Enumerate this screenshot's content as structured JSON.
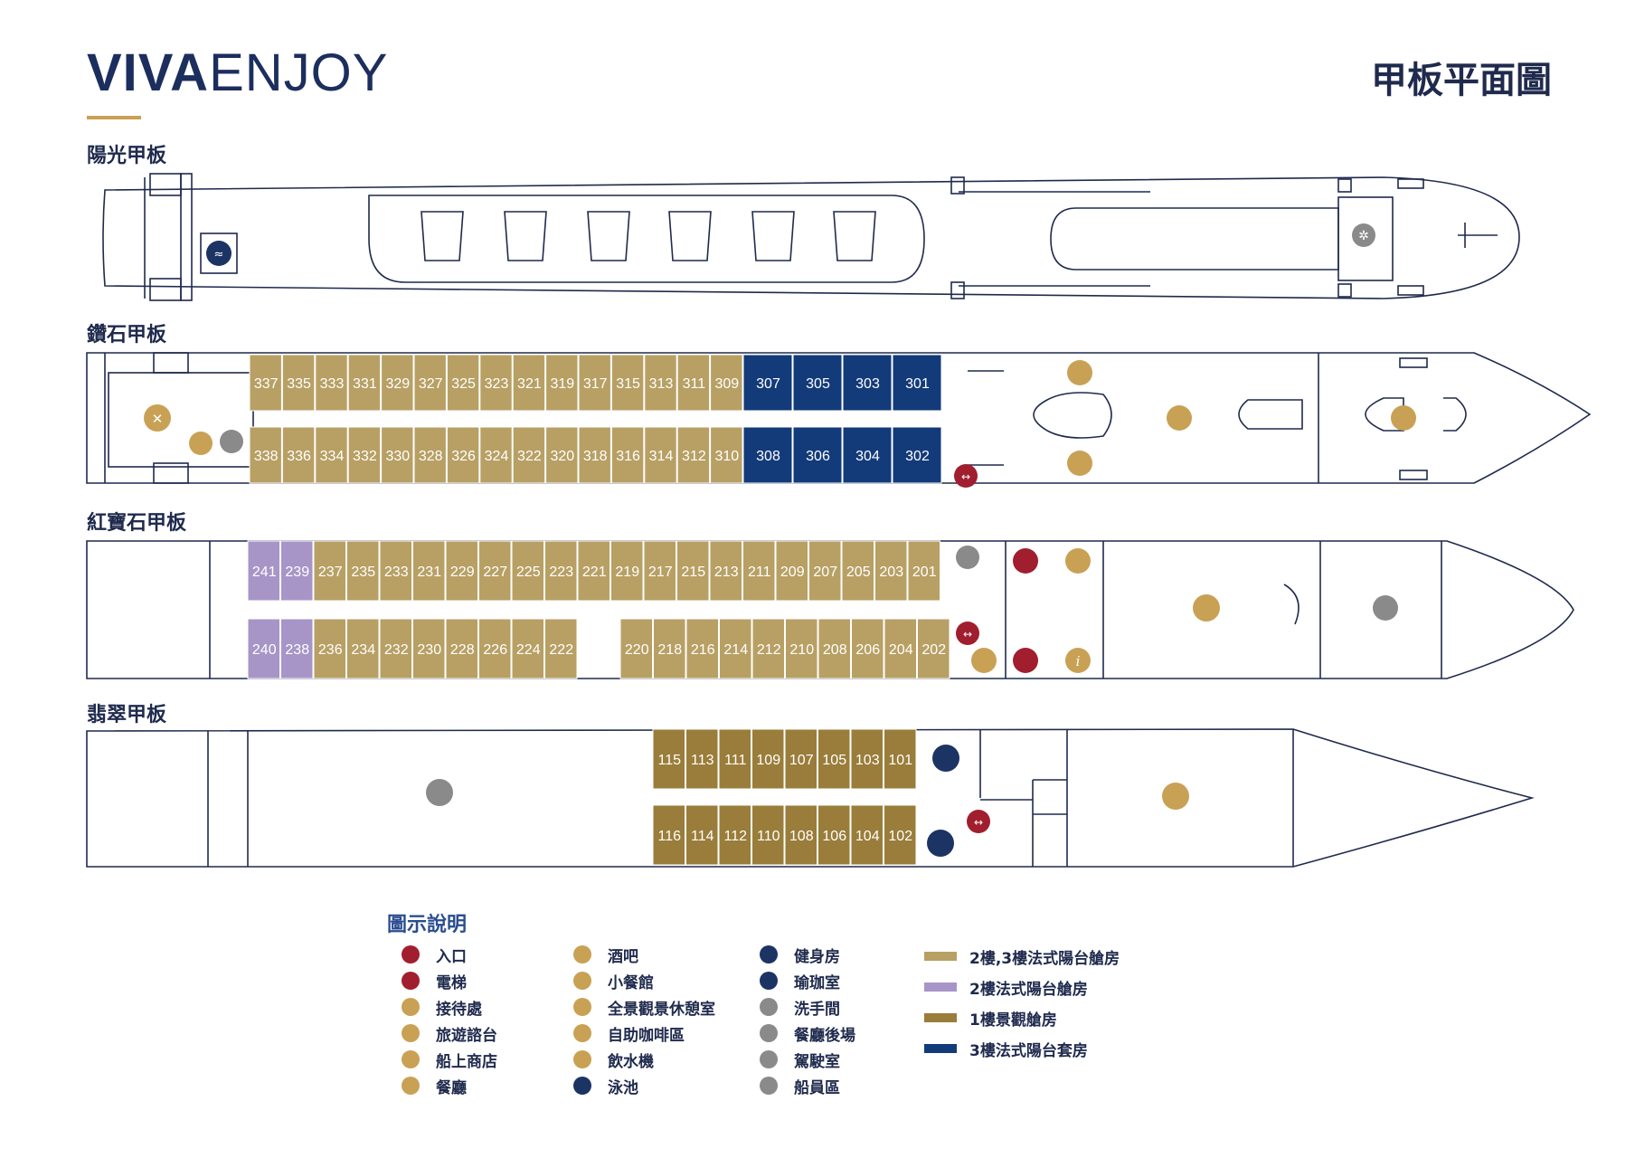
{
  "brand": {
    "part1": "VIVA",
    "part2": "ENJOY"
  },
  "title": "甲板平面圖",
  "colors": {
    "balcony23": "#b8a064",
    "balcony2": "#a795c8",
    "panorama1": "#9a7d3a",
    "suite3": "#133b7a",
    "outline": "#1f2a4d",
    "entrance": "#a11e2e",
    "amenity": "#c9a155",
    "navy": "#1c3464",
    "grey": "#8a8a8a"
  },
  "decks": {
    "sun": {
      "label": "陽光甲板"
    },
    "diamond": {
      "label": "鑽石甲板",
      "top_cabins": [
        "337",
        "335",
        "333",
        "331",
        "329",
        "327",
        "325",
        "323",
        "321",
        "319",
        "317",
        "315",
        "313",
        "311",
        "309"
      ],
      "bottom_cabins": [
        "338",
        "336",
        "334",
        "332",
        "330",
        "328",
        "326",
        "324",
        "322",
        "320",
        "318",
        "316",
        "314",
        "312",
        "310"
      ],
      "top_suites": [
        "307",
        "305",
        "303",
        "301"
      ],
      "bottom_suites": [
        "308",
        "306",
        "304",
        "302"
      ]
    },
    "ruby": {
      "label": "紅寶石甲板",
      "top_purple": [
        "241",
        "239"
      ],
      "top_cabins": [
        "237",
        "235",
        "233",
        "231",
        "229",
        "227",
        "225",
        "223",
        "221",
        "219",
        "217",
        "215",
        "213",
        "211",
        "209",
        "207",
        "205",
        "203",
        "201"
      ],
      "bottom_purple": [
        "240",
        "238"
      ],
      "bottom_cabins_a": [
        "236",
        "234",
        "232",
        "230",
        "228",
        "226",
        "224",
        "222"
      ],
      "bottom_cabins_b": [
        "220",
        "218",
        "216",
        "214",
        "212",
        "210",
        "208",
        "206",
        "204",
        "202"
      ]
    },
    "emerald": {
      "label": "翡翠甲板",
      "top_cabins": [
        "115",
        "113",
        "111",
        "109",
        "107",
        "105",
        "103",
        "101"
      ],
      "bottom_cabins": [
        "116",
        "114",
        "112",
        "110",
        "108",
        "106",
        "104",
        "102"
      ]
    }
  },
  "legend": {
    "title": "圖示說明",
    "col1": [
      "入口",
      "電梯",
      "接待處",
      "旅遊諮台",
      "船上商店",
      "餐廳"
    ],
    "col2": [
      "酒吧",
      "小餐館",
      "全景觀景休憩室",
      "自助咖啡區",
      "飲水機",
      "泳池"
    ],
    "col3": [
      "健身房",
      "瑜珈室",
      "洗手間",
      "餐廳後場",
      "駕駛室",
      "船員區"
    ],
    "cabins": [
      "2樓,3樓法式陽台艙房",
      "2樓法式陽台艙房",
      "1樓景觀艙房",
      "3樓法式陽台套房"
    ]
  }
}
